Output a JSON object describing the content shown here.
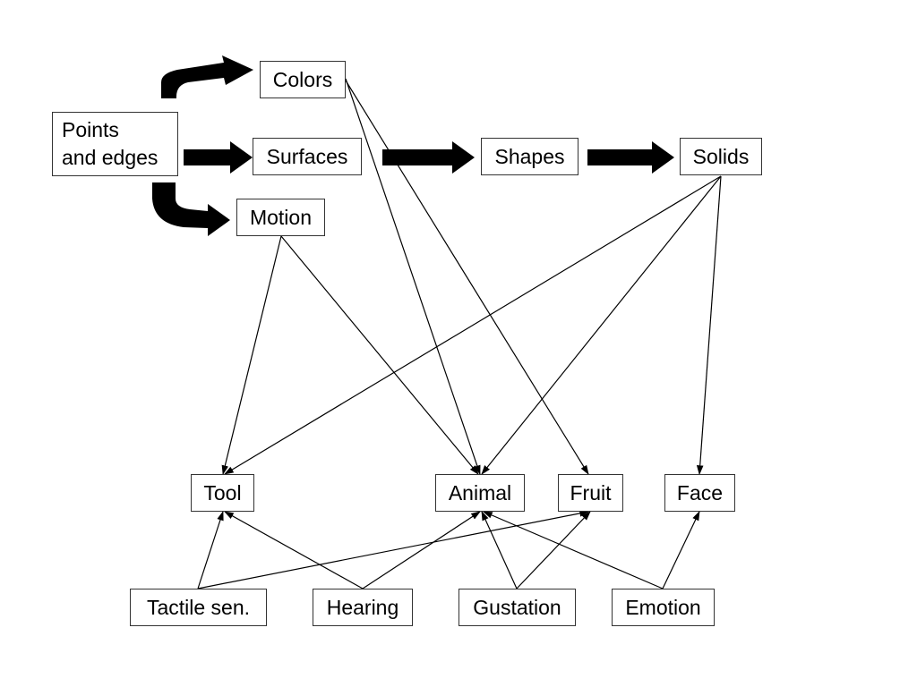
{
  "nodes": {
    "points": "Points\nand edges",
    "colors": "Colors",
    "surfaces": "Surfaces",
    "motion": "Motion",
    "shapes": "Shapes",
    "solids": "Solids",
    "tool": "Tool",
    "animal": "Animal",
    "fruit": "Fruit",
    "face": "Face",
    "tactile": "Tactile sen.",
    "hearing": "Hearing",
    "gustation": "Gustation",
    "emotion": "Emotion"
  },
  "colors": {
    "stroke": "#000000",
    "border": "#333333"
  }
}
